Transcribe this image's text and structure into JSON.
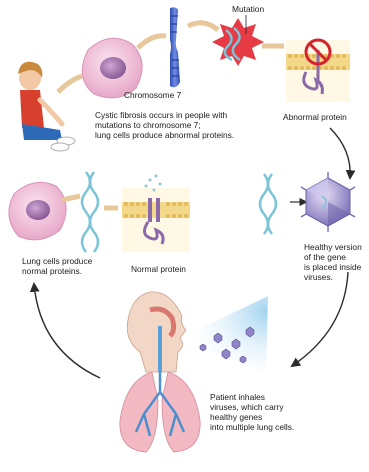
{
  "diagram": {
    "title": "",
    "labels": {
      "chromosome": "Chromosome 7",
      "mutation": "Mutation",
      "step1_caption": "Cystic fibrosis occurs in people with\nmutations to chromosome 7;\nlung cells produce abnormal proteins.",
      "abnormal_protein": "Abnormal protein",
      "step2_caption": "Healthy version\nof the gene\nis placed inside\nviruses.",
      "step3_caption": "Patient inhales\nviruses, which carry\nhealthy genes\ninto multiple lung cells.",
      "step4_caption": "Lung cells produce\nnormal proteins.",
      "normal_protein": "Normal protein"
    },
    "colors": {
      "cell_body": "#f4c6dc",
      "nucleus": "#b07bb6",
      "dna": "#7cc4d8",
      "chromosome": "#4a66c8",
      "mutation_burst": "#e63a45",
      "membrane": "#f3d88a",
      "protein": "#8a6aa8",
      "virus": "#8f85c8",
      "arrow": "#2b2b2b",
      "prohibition": "#d4232c"
    },
    "icons": [
      "skin-cell-icon",
      "chromosome-icon",
      "mutation-burst-icon",
      "no-entry-icon",
      "virus-icon",
      "person-inhaling-icon",
      "lungs-icon"
    ]
  }
}
